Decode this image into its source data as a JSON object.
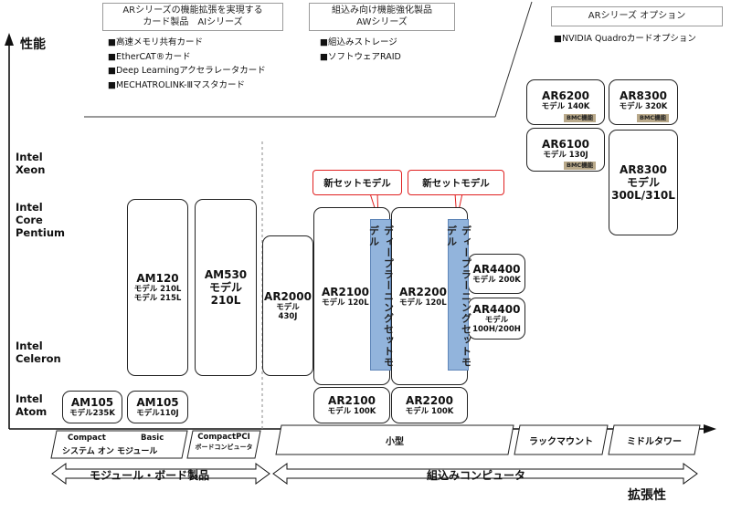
{
  "axis": {
    "y_label": "性能",
    "x_label": "拡張性"
  },
  "header": {
    "ai_series_title": [
      "ARシリーズの機能拡張を実現する",
      "カード製品　AIシリーズ"
    ],
    "aw_series_title": [
      "組込み向け機能強化製品",
      "AWシリーズ"
    ],
    "options_title": "ARシリーズ オプション"
  },
  "ai_bullets": [
    "■高速メモリ共有カード",
    "■EtherCAT®カード",
    "■Deep Learningアクセラレータカード",
    "■MECHATROLINK-Ⅲマスタカード"
  ],
  "aw_bullets": [
    "■組込みストレージ",
    "■ソフトウェアRAID"
  ],
  "options_bullets": [
    "■NVIDIA Quadroカードオプション"
  ],
  "tiers": {
    "xeon": [
      "Intel",
      "Xeon"
    ],
    "core": [
      "Intel",
      "Core",
      "Pentium"
    ],
    "celeron": [
      "Intel",
      "Celeron"
    ],
    "atom": [
      "Intel",
      "Atom"
    ]
  },
  "products": {
    "am105a": {
      "name": "AM105",
      "sub": "モデル235K"
    },
    "am105b": {
      "name": "AM105",
      "sub": "モデル110J"
    },
    "am120": {
      "name": "AM120",
      "sub1": "モデル 210L",
      "sub2": "モデル 215L"
    },
    "am530": {
      "name": "AM530",
      "l2": "モデル",
      "l3": "210L"
    },
    "ar2000": {
      "name": "AR2000",
      "l2": "モデル",
      "l3": "430J"
    },
    "ar2100": {
      "name": "AR2100",
      "sub": "モデル 120L"
    },
    "ar2200": {
      "name": "AR2200",
      "sub": "モデル 120L"
    },
    "ar2100_atom": {
      "name": "AR2100",
      "sub": "モデル 100K"
    },
    "ar2200_atom": {
      "name": "AR2200",
      "sub": "モデル 100K"
    },
    "ar4400a": {
      "name": "AR4400",
      "sub": "モデル 200K"
    },
    "ar4400b": {
      "name": "AR4400",
      "l2": "モデル",
      "l3": "100H/200H"
    },
    "ar6200": {
      "name": "AR6200",
      "sub": "モデル 140K",
      "badge": "BMC機能"
    },
    "ar8300a": {
      "name": "AR8300",
      "sub": "モデル 320K",
      "badge": "BMC機能"
    },
    "ar6100": {
      "name": "AR6100",
      "sub": "モデル 130J",
      "badge": "BMC機能"
    },
    "ar8300b": {
      "name": "AR8300",
      "l2": "モデル",
      "l3": "300L/310L"
    }
  },
  "callouts": {
    "new_set_1": "新セットモデル",
    "new_set_2": "新セットモデル"
  },
  "dl_label": "ディープラーニングセットモデル",
  "categories": {
    "compact_module": {
      "left": "Compact",
      "right": "Basic",
      "bottom": "システム オン モジュール"
    },
    "compactpci": {
      "top": "CompactPCI",
      "bottom": "ボードコンピュータ"
    },
    "small": "小型",
    "rackmount": "ラックマウント",
    "middletower": "ミドルタワー"
  },
  "dimensions": {
    "module_board": "モジュール・ボード製品",
    "embedded": "組込みコンピュータ"
  }
}
